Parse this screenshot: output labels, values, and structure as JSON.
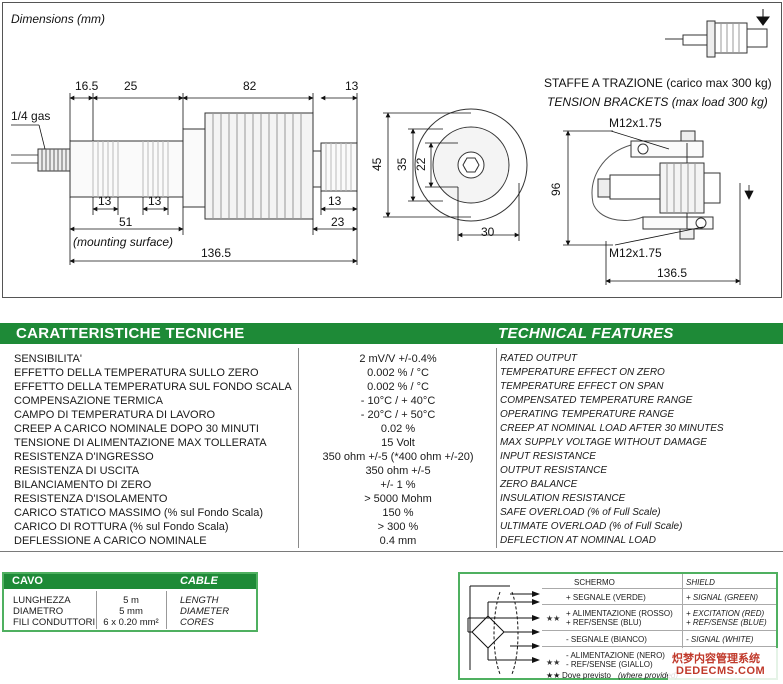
{
  "drawing": {
    "title": "Dimensions (mm)",
    "gas_label": "1/4 gas",
    "dim_16_5": "16.5",
    "dim_25": "25",
    "dim_82": "82",
    "dim_13_top": "13",
    "dim_13_a": "13",
    "dim_13_b": "13",
    "dim_13_c": "13",
    "dim_51": "51",
    "dim_23": "23",
    "mounting": "(mounting surface)",
    "dim_136_5": "136.5",
    "dim_45": "45",
    "dim_35": "35",
    "dim_22": "22",
    "dim_30": "30",
    "brackets_it": "STAFFE A TRAZIONE (carico max 300 kg)",
    "brackets_en": "TENSION BRACKETS (max load 300 kg)",
    "m12_top": "M12x1.75",
    "m12_bottom": "M12x1.75",
    "dim_96": "96",
    "dim_136_5_b": "136.5"
  },
  "tech": {
    "title_it": "CARATTERISTICHE TECNICHE",
    "title_en": "TECHNICAL FEATURES",
    "rows": [
      {
        "it": "SENSIBILITA'",
        "val": "2 mV/V  +/-0.4%",
        "en": "RATED OUTPUT"
      },
      {
        "it": "EFFETTO DELLA TEMPERATURA SULLO ZERO",
        "val": "0.002 % / °C",
        "en": "TEMPERATURE EFFECT ON ZERO"
      },
      {
        "it": "EFFETTO DELLA TEMPERATURA SUL FONDO SCALA",
        "val": "0.002 % / °C",
        "en": "TEMPERATURE EFFECT ON SPAN"
      },
      {
        "it": "COMPENSAZIONE TERMICA",
        "val": "- 10°C / + 40°C",
        "en": "COMPENSATED TEMPERATURE RANGE"
      },
      {
        "it": "CAMPO DI TEMPERATURA DI LAVORO",
        "val": "- 20°C / + 50°C",
        "en": "OPERATING TEMPERATURE RANGE"
      },
      {
        "it": "CREEP A CARICO NOMINALE DOPO 30 MINUTI",
        "val": "0.02 %",
        "en": "CREEP AT NOMINAL LOAD AFTER 30 MINUTES"
      },
      {
        "it": "TENSIONE DI ALIMENTAZIONE MAX TOLLERATA",
        "val": "15 Volt",
        "en": "MAX SUPPLY VOLTAGE WITHOUT DAMAGE"
      },
      {
        "it": "RESISTENZA D'INGRESSO",
        "val": "350 ohm +/-5  (*400 ohm +/-20)",
        "en": "INPUT RESISTANCE"
      },
      {
        "it": "RESISTENZA DI USCITA",
        "val": "350 ohm +/-5",
        "en": "OUTPUT RESISTANCE"
      },
      {
        "it": "BILANCIAMENTO DI ZERO",
        "val": "+/- 1 %",
        "en": "ZERO BALANCE"
      },
      {
        "it": "RESISTENZA D'ISOLAMENTO",
        "val": "> 5000 Mohm",
        "en": "INSULATION RESISTANCE"
      },
      {
        "it": "CARICO STATICO MASSIMO (% sul Fondo Scala)",
        "val": "150 %",
        "en": "SAFE OVERLOAD (% of  Full Scale)"
      },
      {
        "it": "CARICO DI ROTTURA (% sul Fondo Scala)",
        "val": "> 300 %",
        "en": "ULTIMATE OVERLOAD (% of  Full Scale)"
      },
      {
        "it": "DEFLESSIONE A CARICO NOMINALE",
        "val": "0.4 mm",
        "en": "DEFLECTION AT NOMINAL LOAD"
      }
    ]
  },
  "cable": {
    "title_it": "CAVO",
    "title_en": "CABLE",
    "rows": [
      {
        "it": "LUNGHEZZA",
        "val": "5 m",
        "en": "LENGTH"
      },
      {
        "it": "DIAMETRO",
        "val": "5 mm",
        "en": "DIAMETER"
      },
      {
        "it": "FILI CONDUTTORI",
        "val": "6 x 0.20 mm²",
        "en": "CORES"
      }
    ]
  },
  "wiring": {
    "schermo": "SCHERMO",
    "shield": "SHIELD",
    "sig_pos_it": "+ SEGNALE (VERDE)",
    "sig_pos_en": "+ SIGNAL (GREEN)",
    "exc_pos_it_1": "+ ALIMENTAZIONE (ROSSO)",
    "exc_pos_it_2": "+ REF/SENSE (BLU)",
    "exc_pos_en_1": "+ EXCITATION (RED)",
    "exc_pos_en_2": "+ REF/SENSE (BLUE)",
    "sig_neg_it": "- SEGNALE (BIANCO)",
    "sig_neg_en": "- SIGNAL (WHITE)",
    "exc_neg_it_1": "- ALIMENTAZIONE (NERO)",
    "exc_neg_it_2": "- REF/SENSE (GIALLO)",
    "star_1": "★★",
    "star_2": "★★",
    "footnote_star": "★★",
    "footnote_it": "Dove previsto",
    "footnote_en": "(where provided)"
  },
  "watermark": {
    "line1": "炽梦内容管理系统",
    "line2": "DEDECMS.COM"
  }
}
